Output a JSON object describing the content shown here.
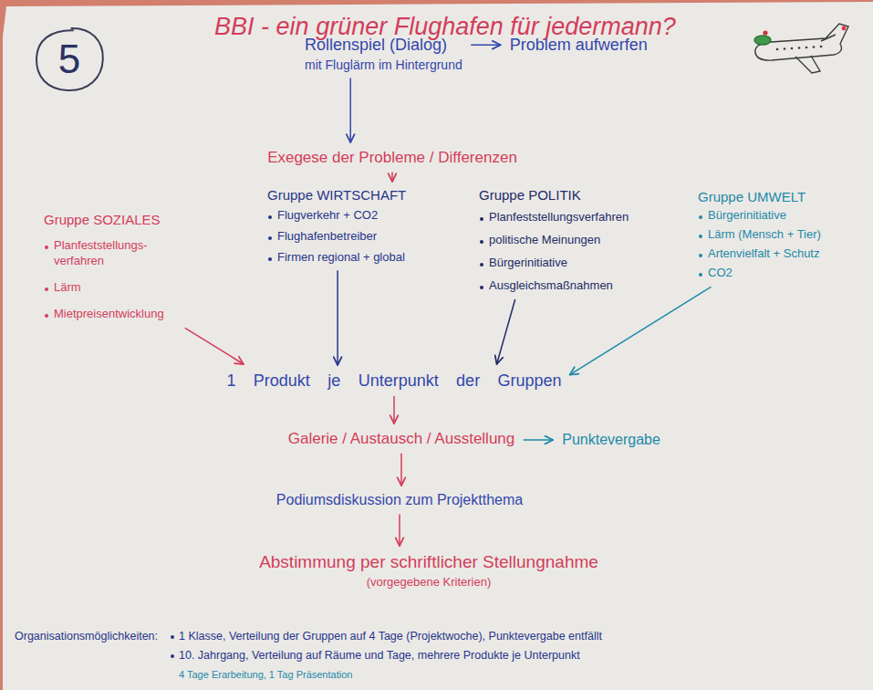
{
  "diagram": {
    "title": "BBI - ein grüner Flughafen für jedermann?",
    "nodes": [
      {
        "text": [
          "5"
        ]
      },
      {
        "text": [
          "Rollenspiel (Dialog)",
          "mit Fluglärm im Hintergrund"
        ]
      },
      {
        "text": [
          "Problem aufwerfen"
        ]
      },
      {
        "text": [
          "Exegese der Probleme / Differenzen"
        ]
      },
      {
        "text": [
          "Gruppe SOZIALES",
          "Planfeststellungs- verfahren",
          "Lärm",
          "Mietpreisentwicklung"
        ]
      },
      {
        "text": [
          "Gruppe WIRTSCHAFT",
          "Flugverkehr + CO2",
          "Flughafenbetreiber",
          "Firmen regional + global"
        ]
      },
      {
        "text": [
          "Gruppe POLITIK",
          "Planfeststellungsverfahren",
          "politische Meinungen",
          "Bürgerinitiative",
          "Ausgleichsmaßnahmen"
        ]
      },
      {
        "text": [
          "Gruppe UMWELT",
          "Bürgerinitiative",
          "Lärm (Mensch + Tier)",
          "Artenvielfalt + Schutz",
          "CO2"
        ]
      },
      {
        "text": [
          "1 Produkt je Unterpunkt der Gruppen"
        ]
      },
      {
        "text": [
          "Galerie / Austausch / Ausstellung"
        ]
      },
      {
        "text": [
          "Punktevergabe"
        ]
      },
      {
        "text": [
          "Podiumsdiskussion zum Projektthema"
        ]
      },
      {
        "text": [
          "Abstimmung per schriftlicher Stellungnahme",
          "(vorgegebene Kriterien)"
        ]
      }
    ],
    "edges": [
      {
        "from": 1,
        "to": 2,
        "arrow": "to"
      },
      {
        "from": 1,
        "to": 3,
        "arrow": "to"
      },
      {
        "from": 3,
        "to": 5,
        "arrow": "to"
      },
      {
        "from": 4,
        "to": 8,
        "arrow": "to"
      },
      {
        "from": 5,
        "to": 8,
        "arrow": "to"
      },
      {
        "from": 6,
        "to": 8,
        "arrow": "to"
      },
      {
        "from": 7,
        "to": 8,
        "arrow": "to"
      },
      {
        "from": 8,
        "to": 9,
        "arrow": "to"
      },
      {
        "from": 9,
        "to": 10,
        "arrow": "to"
      },
      {
        "from": 9,
        "to": 11,
        "arrow": "to"
      },
      {
        "from": 11,
        "to": 12,
        "arrow": "to"
      }
    ],
    "labels": [
      "Organisationsmöglichkeiten:",
      "1 Klasse, Verteilung der Gruppen auf 4 Tage (Projektwoche), Punktevergabe entfällt",
      "10. Jahrgang, Verteilung auf Räume und Tage, mehrere Produkte je Unterpunkt",
      "4 Tage Erarbeitung, 1 Tag Präsentation"
    ]
  }
}
